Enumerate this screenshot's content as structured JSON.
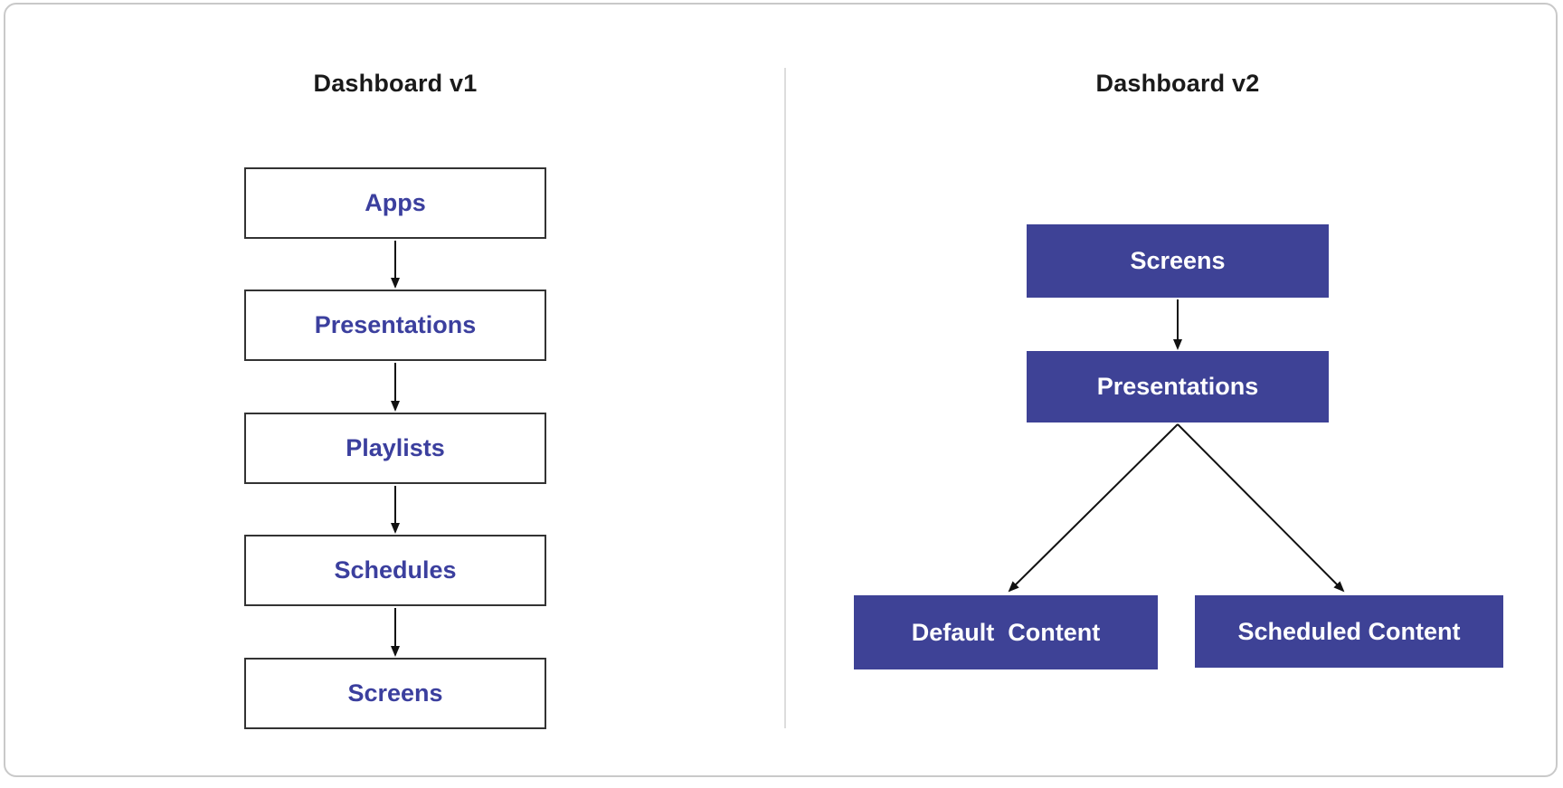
{
  "colors": {
    "card_border": "#C9C9C9",
    "divider": "#DDDDDD",
    "title_text": "#1A1A1A",
    "node_border_v1": "#333333",
    "node_text_v1": "#3B3F9E",
    "node_fill_v2": "#3E4296",
    "node_text_v2": "#FFFFFF",
    "arrow": "#111111"
  },
  "v1": {
    "title": "Dashboard v1",
    "nodes": [
      "Apps",
      "Presentations",
      "Playlists",
      "Schedules",
      "Screens"
    ]
  },
  "v2": {
    "title": "Dashboard v2",
    "nodes": [
      "Screens",
      "Presentations",
      "Default  Content",
      "Scheduled Content"
    ]
  }
}
